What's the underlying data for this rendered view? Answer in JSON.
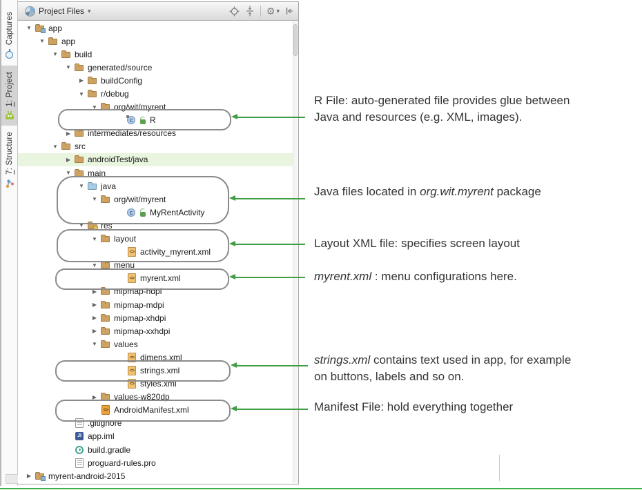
{
  "toolbar": {
    "view_selector": "Project Files",
    "icons": [
      "pie-chart",
      "chevron-down",
      "locate",
      "collapse-all",
      "gear",
      "hide-panel"
    ]
  },
  "sidebar": {
    "tabs": [
      {
        "label": "Captures",
        "icon": "stopwatch"
      },
      {
        "num": "1",
        "label": ": Project",
        "icon": "android",
        "active": true
      },
      {
        "num": "7",
        "label": ": Structure",
        "icon": "structure",
        "active": false
      }
    ]
  },
  "tree": {
    "rows": [
      {
        "label": "app",
        "level": 0,
        "icon": "project-folder",
        "state": "expanded"
      },
      {
        "label": "app",
        "level": 1,
        "icon": "folder",
        "state": "expanded"
      },
      {
        "label": "build",
        "level": 2,
        "icon": "folder",
        "state": "expanded"
      },
      {
        "label": "generated/source",
        "level": 3,
        "icon": "folder",
        "state": "expanded"
      },
      {
        "label": "buildConfig",
        "level": 4,
        "icon": "folder",
        "state": "collapsed"
      },
      {
        "label": "r/debug",
        "level": 4,
        "icon": "folder",
        "state": "expanded"
      },
      {
        "label": "org/wit/myrent",
        "level": 5,
        "icon": "folder",
        "state": "expanded"
      },
      {
        "label": "R",
        "level": 6,
        "icon": "java-class",
        "state": "leaf"
      },
      {
        "label": "intermediates/resources",
        "level": 3,
        "icon": "folder",
        "state": "collapsed"
      },
      {
        "label": "src",
        "level": 2,
        "icon": "folder",
        "state": "expanded"
      },
      {
        "label": "androidTest/java",
        "level": 3,
        "icon": "folder",
        "state": "collapsed",
        "highlighted": true
      },
      {
        "label": "main",
        "level": 3,
        "icon": "folder",
        "state": "expanded"
      },
      {
        "label": "java",
        "level": 4,
        "icon": "java-source-folder",
        "state": "expanded"
      },
      {
        "label": "org/wit/myrent",
        "level": 5,
        "icon": "folder",
        "state": "expanded"
      },
      {
        "label": "MyRentActivity",
        "level": 6,
        "icon": "java-class",
        "state": "leaf"
      },
      {
        "label": "res",
        "level": 4,
        "icon": "resources-folder",
        "state": "expanded"
      },
      {
        "label": "layout",
        "level": 5,
        "icon": "folder",
        "state": "expanded"
      },
      {
        "label": "activity_myrent.xml",
        "level": 6,
        "icon": "xml-file",
        "state": "leaf"
      },
      {
        "label": "menu",
        "level": 5,
        "icon": "folder",
        "state": "expanded"
      },
      {
        "label": "myrent.xml",
        "level": 6,
        "icon": "xml-file",
        "state": "leaf"
      },
      {
        "label": "mipmap-hdpi",
        "level": 5,
        "icon": "folder",
        "state": "collapsed"
      },
      {
        "label": "mipmap-mdpi",
        "level": 5,
        "icon": "folder",
        "state": "collapsed"
      },
      {
        "label": "mipmap-xhdpi",
        "level": 5,
        "icon": "folder",
        "state": "collapsed"
      },
      {
        "label": "mipmap-xxhdpi",
        "level": 5,
        "icon": "folder",
        "state": "collapsed"
      },
      {
        "label": "values",
        "level": 5,
        "icon": "folder",
        "state": "expanded"
      },
      {
        "label": "dimens.xml",
        "level": 6,
        "icon": "xml-file",
        "state": "leaf"
      },
      {
        "label": "strings.xml",
        "level": 6,
        "icon": "xml-file",
        "state": "leaf"
      },
      {
        "label": "styles.xml",
        "level": 6,
        "icon": "xml-file",
        "state": "leaf"
      },
      {
        "label": "values-w820dp",
        "level": 5,
        "icon": "folder",
        "state": "collapsed"
      },
      {
        "label": "AndroidManifest.xml",
        "level": 4,
        "icon": "manifest-xml-file",
        "state": "leaf"
      },
      {
        "label": ".gitignore",
        "level": 2,
        "icon": "text-file",
        "state": "leaf"
      },
      {
        "label": "app.iml",
        "level": 2,
        "icon": "module-file",
        "state": "leaf"
      },
      {
        "label": "build.gradle",
        "level": 2,
        "icon": "gradle-file",
        "state": "leaf"
      },
      {
        "label": "proguard-rules.pro",
        "level": 2,
        "icon": "text-file",
        "state": "leaf"
      },
      {
        "label": "myrent-android-2015",
        "level": 0,
        "icon": "project-folder",
        "state": "collapsed"
      }
    ]
  },
  "annotations": [
    {
      "parts": [
        {
          "text": "R File: auto-generated file provides glue between Java and resources (e.g. XML, images)."
        }
      ]
    },
    {
      "parts": [
        {
          "text": "Java files located in "
        },
        {
          "text": "org.wit.myrent",
          "italic": true
        },
        {
          "text": " package"
        }
      ]
    },
    {
      "parts": [
        {
          "text": "Layout XML file: specifies screen layout"
        }
      ]
    },
    {
      "parts": [
        {
          "text": "myrent.xml",
          "italic": true
        },
        {
          "text": " : menu configurations here."
        }
      ]
    },
    {
      "parts": [
        {
          "text": "strings.xml",
          "italic": true
        },
        {
          "text": " contains text used in app, for example on buttons, labels and so on."
        }
      ]
    },
    {
      "parts": [
        {
          "text": "Manifest File: hold everything together"
        }
      ]
    }
  ],
  "colors": {
    "arrow_green": "#3f9e44",
    "oval_gray": "#8b8b8b",
    "folder_tan": "#cda263",
    "java_folder_blue": "#a8cce4",
    "test_row_highlight": "#e9f5df",
    "bottom_line_green": "#3fae49"
  }
}
